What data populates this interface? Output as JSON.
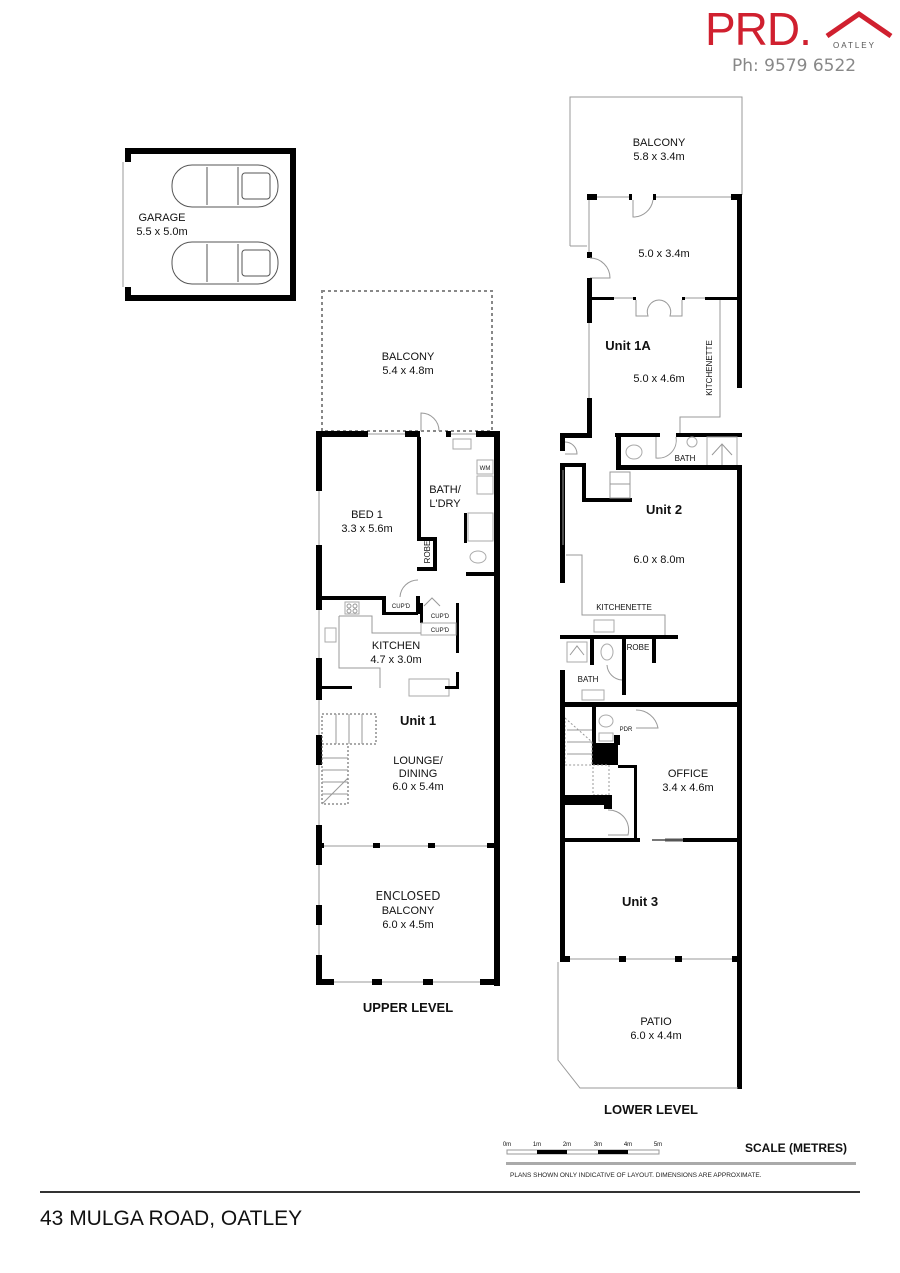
{
  "branding": {
    "logo_text": "PRD.",
    "logo_suburb": "OATLEY",
    "phone": "Ph: 9579 6522",
    "brand_color": "#d0202f"
  },
  "garage": {
    "name": "GARAGE",
    "size": "5.5 x 5.0m"
  },
  "upper_level": {
    "title": "UPPER LEVEL",
    "unit_label": "Unit 1",
    "rooms": {
      "balcony": {
        "name": "BALCONY",
        "size": "5.4 x 4.8m"
      },
      "bed1": {
        "name": "BED 1",
        "size": "3.3 x 5.6m"
      },
      "bath_laundry": {
        "name_line1": "BATH/",
        "name_line2": "L'DRY"
      },
      "wm": "WM",
      "robe": "ROBE",
      "cupd1": "CUP'D",
      "cupd2": "CUP'D",
      "cupd3": "CUP'D",
      "kitchen": {
        "name": "KITCHEN",
        "size": "4.7 x 3.0m"
      },
      "lounge": {
        "name_line1": "LOUNGE/",
        "name_line2": "DINING",
        "size": "6.0 x 5.4m"
      },
      "enclosed_balcony": {
        "name_line1": "ENCLOSED",
        "name_line2": "BALCONY",
        "size": "6.0 x 4.5m"
      }
    }
  },
  "lower_level": {
    "title": "LOWER LEVEL",
    "rooms": {
      "balcony": {
        "name": "BALCONY",
        "size": "5.8 x 3.4m"
      },
      "room_1a_front": {
        "size": "5.0 x 3.4m"
      },
      "unit_1a": {
        "label": "Unit 1A",
        "size": "5.0 x 4.6m",
        "kitchenette": "KITCHENETTE"
      },
      "bath_1a": "BATH",
      "unit_2": {
        "label": "Unit 2",
        "size": "6.0 x 8.0m",
        "kitchenette": "KITCHENETTE",
        "robe": "ROBE",
        "bath": "BATH"
      },
      "pdr": "PDR",
      "office": {
        "name": "OFFICE",
        "size": "3.4 x 4.6m"
      },
      "unit_3": {
        "label": "Unit 3"
      },
      "patio": {
        "name": "PATIO",
        "size": "6.0 x 4.4m"
      }
    }
  },
  "scale": {
    "title": "SCALE (METRES)",
    "ticks": [
      "0m",
      "1m",
      "2m",
      "3m",
      "4m",
      "5m"
    ],
    "disclaimer": "PLANS SHOWN ONLY INDICATIVE OF LAYOUT.  DIMENSIONS ARE APPROXIMATE."
  },
  "address": "43 MULGA ROAD, OATLEY"
}
